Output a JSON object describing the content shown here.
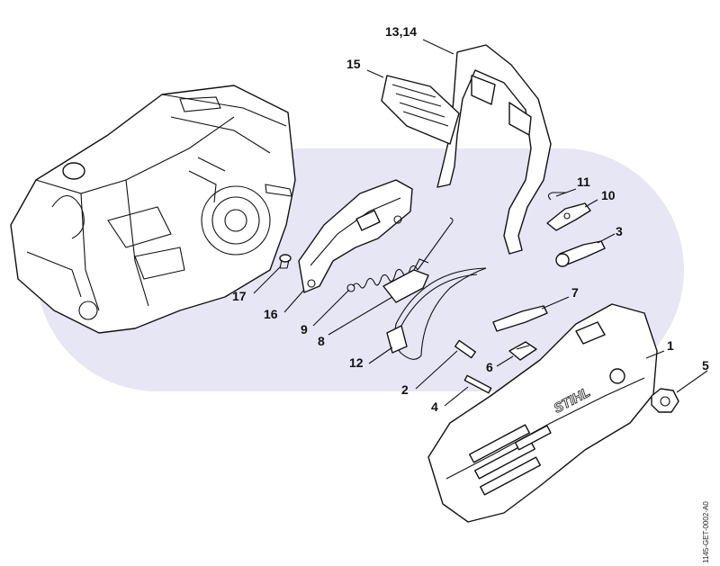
{
  "diagram": {
    "watermark_color": "#e6e6f5",
    "drawing_code": "1145-GET-0002-A0",
    "callouts": [
      {
        "id": "1",
        "label": "1"
      },
      {
        "id": "2",
        "label": "2"
      },
      {
        "id": "3",
        "label": "3"
      },
      {
        "id": "4",
        "label": "4"
      },
      {
        "id": "5",
        "label": "5"
      },
      {
        "id": "6",
        "label": "6"
      },
      {
        "id": "7",
        "label": "7"
      },
      {
        "id": "8",
        "label": "8"
      },
      {
        "id": "9",
        "label": "9"
      },
      {
        "id": "10",
        "label": "10"
      },
      {
        "id": "11",
        "label": "11"
      },
      {
        "id": "12",
        "label": "12"
      },
      {
        "id": "13-14",
        "label": "13,14"
      },
      {
        "id": "15",
        "label": "15"
      },
      {
        "id": "16",
        "label": "16"
      },
      {
        "id": "17",
        "label": "17"
      }
    ],
    "cover_brand": "STIHL"
  }
}
